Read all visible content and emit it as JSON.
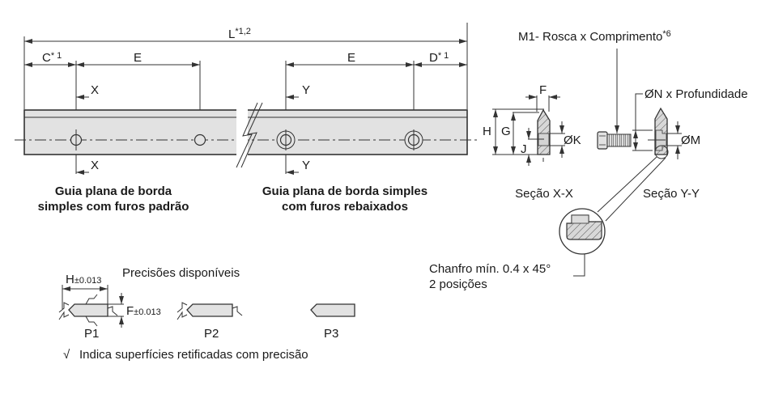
{
  "colors": {
    "part_fill": "#e2e2e2",
    "line": "#333333",
    "text": "#1a1a1a"
  },
  "dimensions": {
    "L": "L",
    "L_sup": "*1,2",
    "C": "C",
    "C_sup": "* 1",
    "E_left": "E",
    "E_right": "E",
    "D": "D",
    "D_sup": "* 1",
    "X_top": "X",
    "X_bottom": "X",
    "Y_top": "Y",
    "Y_bottom": "Y"
  },
  "captions": {
    "standard_line1": "Guia plana de borda",
    "standard_line2": "simples com furos padrão",
    "counterbored_line1": "Guia plana de borda simples",
    "counterbored_line2": "com furos rebaixados"
  },
  "section_xx": {
    "title": "Seção X-X",
    "F": "F",
    "H": "H",
    "G": "G",
    "J": "J",
    "K": "ØK"
  },
  "section_yy": {
    "title": "Seção Y-Y",
    "M1": "M1- Rosca x Comprimento",
    "M1_sup": "*6",
    "N": "ØN x Profundidade",
    "M": "ØM"
  },
  "chamfer_note": {
    "line1": "Chanfro mín. 0.4 x 45°",
    "line2": "2 posições"
  },
  "precision": {
    "title": "Precisões disponíveis",
    "H_tol": "H",
    "H_tol_value": "±0.013",
    "F_tol": "F",
    "F_tol_value": "±0.013",
    "options": [
      "P1",
      "P2",
      "P3"
    ],
    "legend_symbol": "√",
    "legend": "Indica superfícies retificadas com precisão"
  }
}
